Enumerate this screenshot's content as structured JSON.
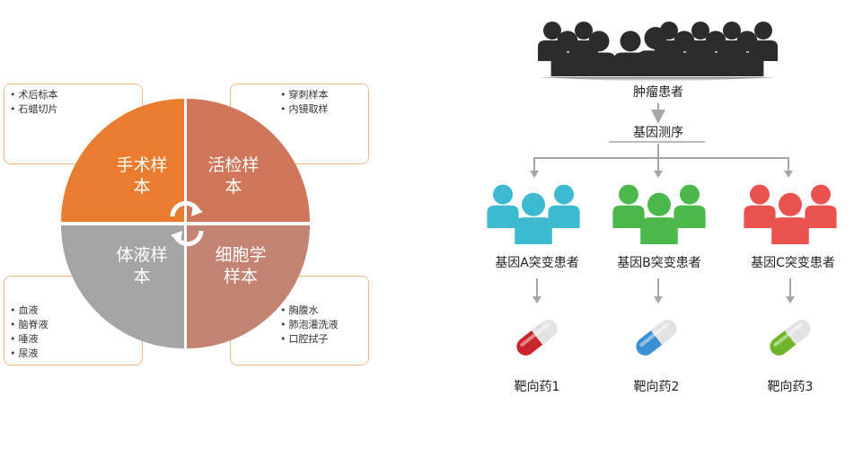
{
  "left_diagram": {
    "quadrants": [
      {
        "label": "手术样本",
        "color": "#e97c2f"
      },
      {
        "label": "活检样本",
        "color": "#d0765a"
      },
      {
        "label": "体液样本",
        "color": "#a5a5a5"
      },
      {
        "label": "细胞学样本",
        "color": "#c48474"
      }
    ],
    "notes": {
      "surgery": [
        "术后标本",
        "石蜡切片"
      ],
      "biopsy": [
        "穿刺样本",
        "内镜取样"
      ],
      "fluid": [
        "血液",
        "脑脊液",
        "唾液",
        "尿液"
      ],
      "cytology": [
        "胸腹水",
        "肺泡灌洗液",
        "口腔拭子"
      ]
    }
  },
  "right_diagram": {
    "top_label": "肿瘤患者",
    "sequencing_label": "基因测序",
    "groups": [
      {
        "label": "基因A突变患者",
        "drug": "靶向药1",
        "people_color": "#3db9d0",
        "capsule_color": "#c9252b"
      },
      {
        "label": "基因B突变患者",
        "drug": "靶向药2",
        "people_color": "#4cb84c",
        "capsule_color": "#3c8fd0"
      },
      {
        "label": "基因C突变患者",
        "drug": "靶向药3",
        "people_color": "#e8534f",
        "capsule_color": "#6fb52c"
      }
    ],
    "colors": {
      "crowd": "#2c2c2c",
      "arrow": "#a6a6a6"
    }
  }
}
